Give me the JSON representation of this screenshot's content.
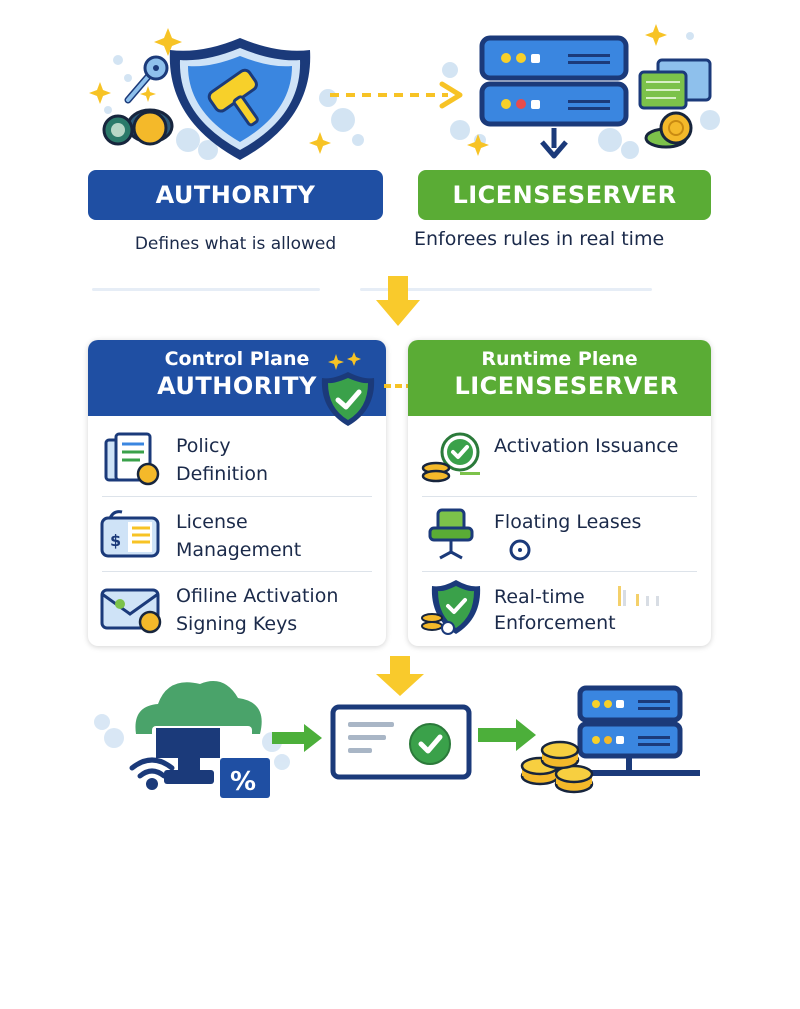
{
  "top": {
    "authority": {
      "title": "AUTHORITY",
      "subtitle": "Defines what is allowed",
      "color": "#1f4fa3"
    },
    "licenseserver": {
      "title": "LICENSESERVER",
      "subtitle": "Enforees rules in real time",
      "color": "#5aac35"
    }
  },
  "panels": {
    "control": {
      "line1": "Control Plane",
      "line2": "AUTHORITY",
      "items": [
        {
          "line1": "Policy",
          "line2": "Definition",
          "icon": "policy-document-icon"
        },
        {
          "line1": "License",
          "line2": "Management",
          "icon": "license-card-icon"
        },
        {
          "line1": "Ofiline Activation",
          "line2": "Signing Keys",
          "icon": "envelope-key-icon"
        }
      ]
    },
    "runtime": {
      "line1": "Runtime Plene",
      "line2": "LICENSESERVER",
      "items": [
        {
          "line1": "Activation Issuance",
          "line2": "",
          "icon": "check-badge-icon"
        },
        {
          "line1": "Floating Leases",
          "line2": "",
          "icon": "floating-seat-icon"
        },
        {
          "line1": "Real-time",
          "line2": "Enforcement",
          "icon": "shield-check-icon"
        }
      ]
    }
  },
  "colors": {
    "accent_yellow": "#f7c325",
    "navy": "#1b3a7a",
    "server_blue": "#3a86e0",
    "check_green": "#3aa14a"
  }
}
